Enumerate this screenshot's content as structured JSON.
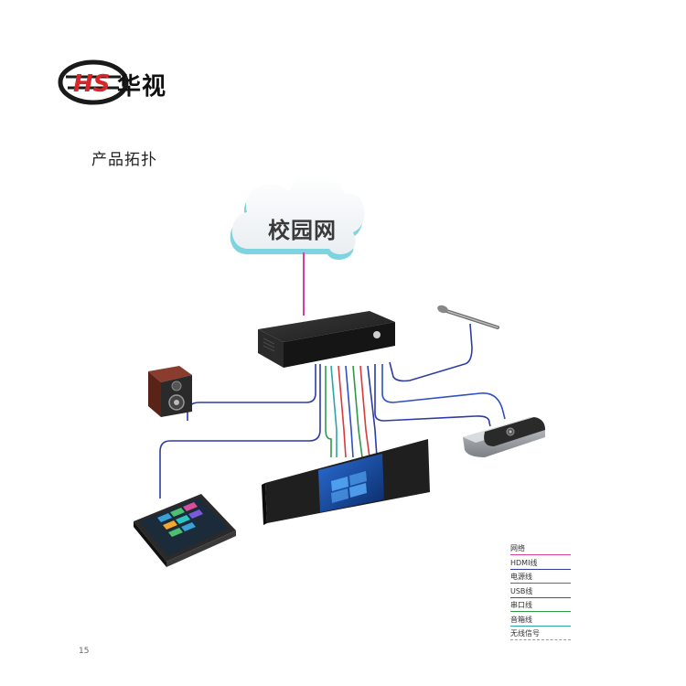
{
  "brand": {
    "logo_letters": "HS",
    "name_cn": "华视"
  },
  "section_title": "产品拓扑",
  "cloud_label": "校园网",
  "page_number": "15",
  "legend": [
    {
      "label": "网络",
      "color": "#d6409f"
    },
    {
      "label": "HDMI线",
      "color": "#2e3ba6"
    },
    {
      "label": "电源线",
      "color": "#d93a3a"
    },
    {
      "label": "USB线",
      "color": "#2f4fc2"
    },
    {
      "label": "串口线",
      "color": "#2f9a4a"
    },
    {
      "label": "音箱线",
      "color": "#2aa6a8"
    },
    {
      "label": "无线信号",
      "color": "#999999"
    }
  ],
  "devices": [
    {
      "name": "central-host",
      "icon": "host-box"
    },
    {
      "name": "speaker",
      "icon": "speaker-icon"
    },
    {
      "name": "microphone",
      "icon": "microphone-icon"
    },
    {
      "name": "camera",
      "icon": "camera-icon"
    },
    {
      "name": "control-tablet",
      "icon": "tablet-icon"
    },
    {
      "name": "interactive-blackboard",
      "icon": "display-icon"
    }
  ],
  "colors": {
    "network": "#d6409f",
    "hdmi": "#2e3ba6",
    "power": "#d93a3a",
    "usb": "#2f4fc2",
    "serial": "#2f9a4a",
    "audio": "#2aa6a8"
  }
}
